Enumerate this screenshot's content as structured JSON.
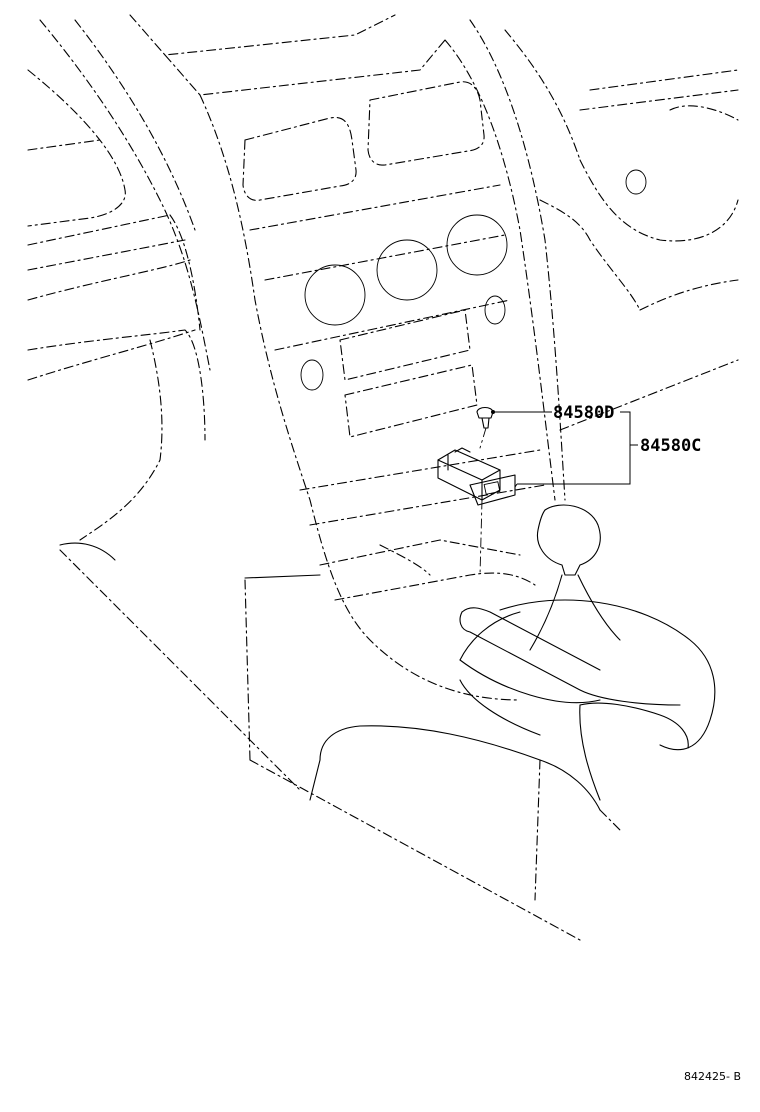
{
  "callouts": [
    {
      "part_number": "84580D"
    },
    {
      "part_number": "84580C"
    }
  ],
  "drawing_id": "842425- B",
  "colors": {
    "line": "#000000",
    "background": "#ffffff"
  }
}
